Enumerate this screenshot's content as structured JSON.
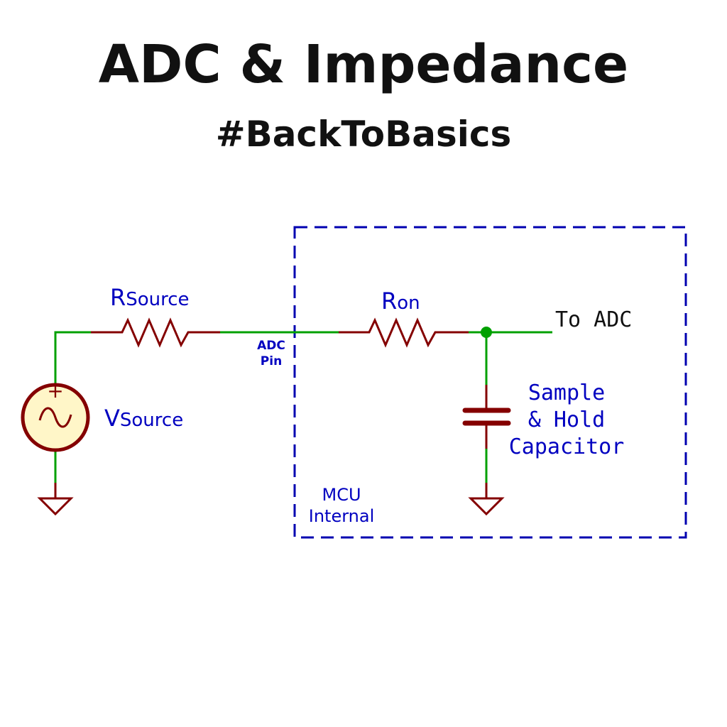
{
  "title": "ADC & Impedance",
  "subtitle": "#BackToBasics",
  "labels": {
    "r_source_main": "R",
    "r_source_sub": "Source",
    "v_source_main": "V",
    "v_source_sub": "Source",
    "r_on_main": "R",
    "r_on_sub": "on",
    "adc_pin_line1": "ADC",
    "adc_pin_line2": "Pin",
    "to_adc": "To ADC",
    "cap_line1": "Sample",
    "cap_line2": "& Hold",
    "cap_line3": "Capacitor",
    "mcu_line1": "MCU",
    "mcu_line2": "Internal",
    "plus_sign": "+"
  },
  "colors": {
    "wire": "#00a000",
    "component": "#840000",
    "label": "#0000c0",
    "boundary": "#0000b0",
    "junction": "#00a000",
    "source_fill": "#fff6c8",
    "title": "#111111"
  },
  "icons": {
    "ac_source": "ac-voltage-source-icon",
    "ground": "ground-icon",
    "resistor": "resistor-icon",
    "capacitor": "capacitor-icon"
  }
}
